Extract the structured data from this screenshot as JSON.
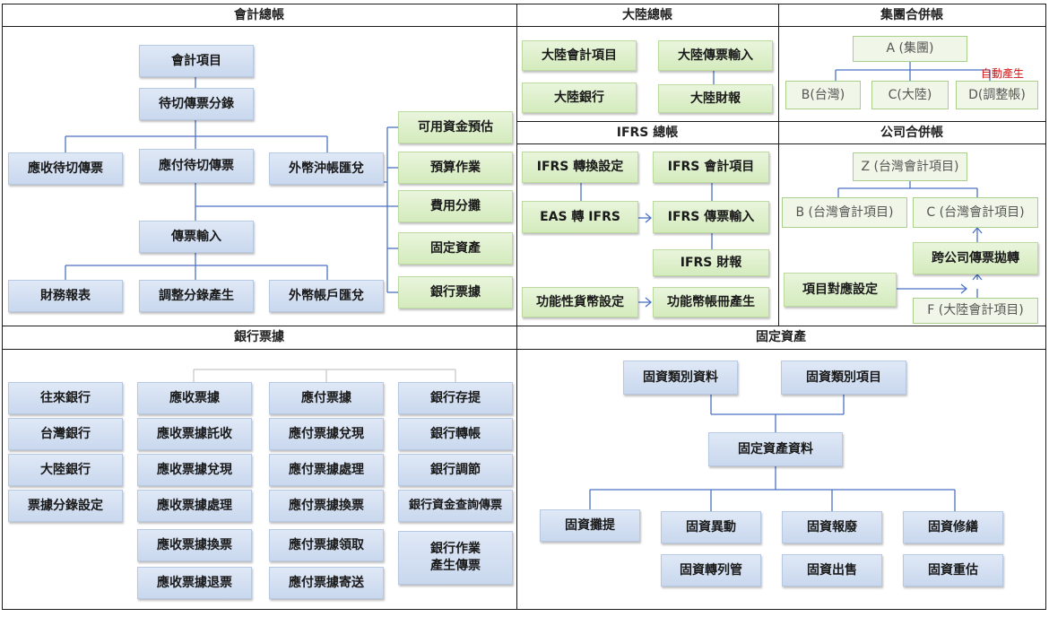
{
  "panels": {
    "accounting": "會計總帳",
    "mainland": "大陸總帳",
    "group": "集團合併帳",
    "ifrs": "IFRS 總帳",
    "company": "公司合併帳",
    "notes": "銀行票據",
    "assets": "固定資產"
  },
  "accounting": {
    "items": "會計項目",
    "pending": "待切傳票分錄",
    "ar_pending": "應收待切傳票",
    "ap_pending": "應付待切傳票",
    "fx_offset": "外幣沖帳匯兌",
    "voucher_input": "傳票輸入",
    "fin_report": "財務報表",
    "adjust": "調整分錄產生",
    "fx_account": "外幣帳戶匯兌",
    "funds_forecast": "可用資金預估",
    "budget": "預算作業",
    "cost_alloc": "費用分攤",
    "fixed_assets": "固定資產",
    "bank_notes": "銀行票據"
  },
  "mainland": {
    "items": "大陸會計項目",
    "voucher": "大陸傳票輸入",
    "bank": "大陸銀行",
    "report": "大陸財報"
  },
  "group": {
    "a": "A (集團)",
    "b": "B(台灣)",
    "c": "C(大陸)",
    "d": "D(調整帳)",
    "auto": "自動產生"
  },
  "ifrs": {
    "conv": "IFRS 轉換設定",
    "items": "IFRS 會計項目",
    "eas": "EAS 轉 IFRS",
    "voucher": "IFRS 傳票輸入",
    "report": "IFRS 財報",
    "func_currency": "功能性貨幣設定",
    "func_book": "功能幣帳冊產生"
  },
  "company": {
    "z": "Z (台灣會計項目)",
    "b": "B (台灣會計項目)",
    "c": "C (台灣會計項目)",
    "transfer": "跨公司傳票拋轉",
    "mapping": "項目對應設定",
    "f": "F (大陸會計項目)"
  },
  "notes": {
    "col1": [
      "往來銀行",
      "台灣銀行",
      "大陸銀行",
      "票據分錄設定"
    ],
    "col2": [
      "應收票據",
      "應收票據託收",
      "應收票據兌現",
      "應收票據處理",
      "應收票據換票",
      "應收票據退票"
    ],
    "col3": [
      "應付票據",
      "應付票據兌現",
      "應付票據處理",
      "應付票據換票",
      "應付票據領取",
      "應付票據寄送"
    ],
    "col4": [
      "銀行存提",
      "銀行轉帳",
      "銀行調節",
      "銀行資金查詢傳票"
    ],
    "col4_last_line1": "銀行作業",
    "col4_last_line2": "產生傳票"
  },
  "assets": {
    "category_data": "固資類別資料",
    "category_items": "固資類別項目",
    "asset_data": "固定資產資料",
    "depreciation": "固資攤提",
    "change": "固資異動",
    "scrap": "固資報廢",
    "repair": "固資修繕",
    "transfer": "固資轉列管",
    "sale": "固資出售",
    "revalue": "固資重估"
  },
  "colors": {
    "blue_box": "#c9d8ee",
    "green_box": "#d4ebbd",
    "connector": "#4a72c4",
    "frame": "#1a1a1a",
    "note_red": "#d01010"
  }
}
